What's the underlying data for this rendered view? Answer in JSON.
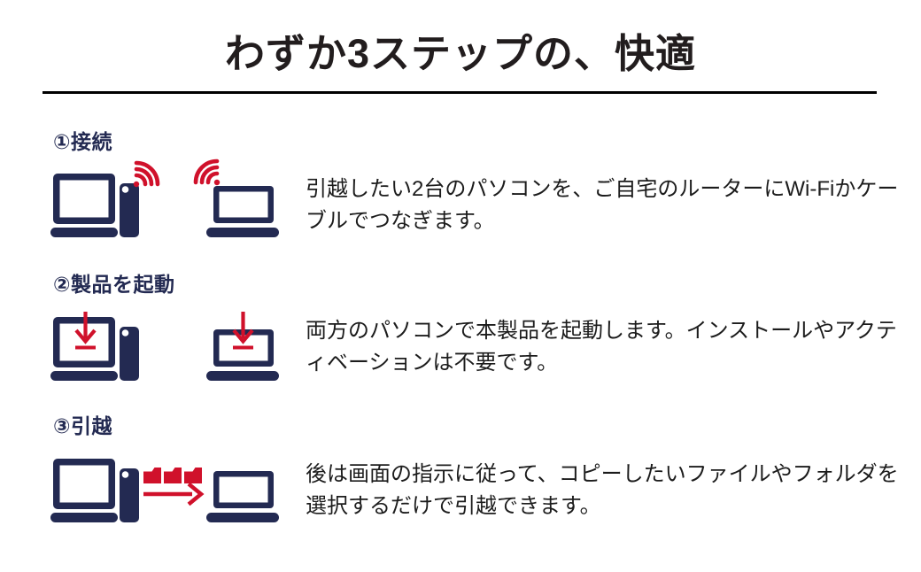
{
  "header": {
    "title": "わずか3ステップの、快適"
  },
  "colors": {
    "navy": "#232a52",
    "red": "#d0112b",
    "title_text": "#221d1e",
    "body_text": "#1c1c1c",
    "divider": "#000000"
  },
  "steps": [
    {
      "heading": "①接続",
      "description": "引越したい2台のパソコンを、ご自宅のルーターにWi-Fiかケーブルでつなぎます。",
      "icons": [
        "desktop-pc-icon",
        "wifi-icon",
        "laptop-icon",
        "wifi-icon"
      ]
    },
    {
      "heading": "②製品を起動",
      "description": "両方のパソコンで本製品を起動します。インストールやアクティベーションは不要です。",
      "icons": [
        "desktop-pc-icon",
        "download-arrow-icon",
        "laptop-icon",
        "download-arrow-icon"
      ]
    },
    {
      "heading": "③引越",
      "description": "後は画面の指示に従って、コピーしたいファイルやフォルダを選択するだけで引越できます。",
      "icons": [
        "desktop-pc-icon",
        "folder-icon",
        "transfer-arrow-icon",
        "laptop-icon"
      ]
    }
  ]
}
